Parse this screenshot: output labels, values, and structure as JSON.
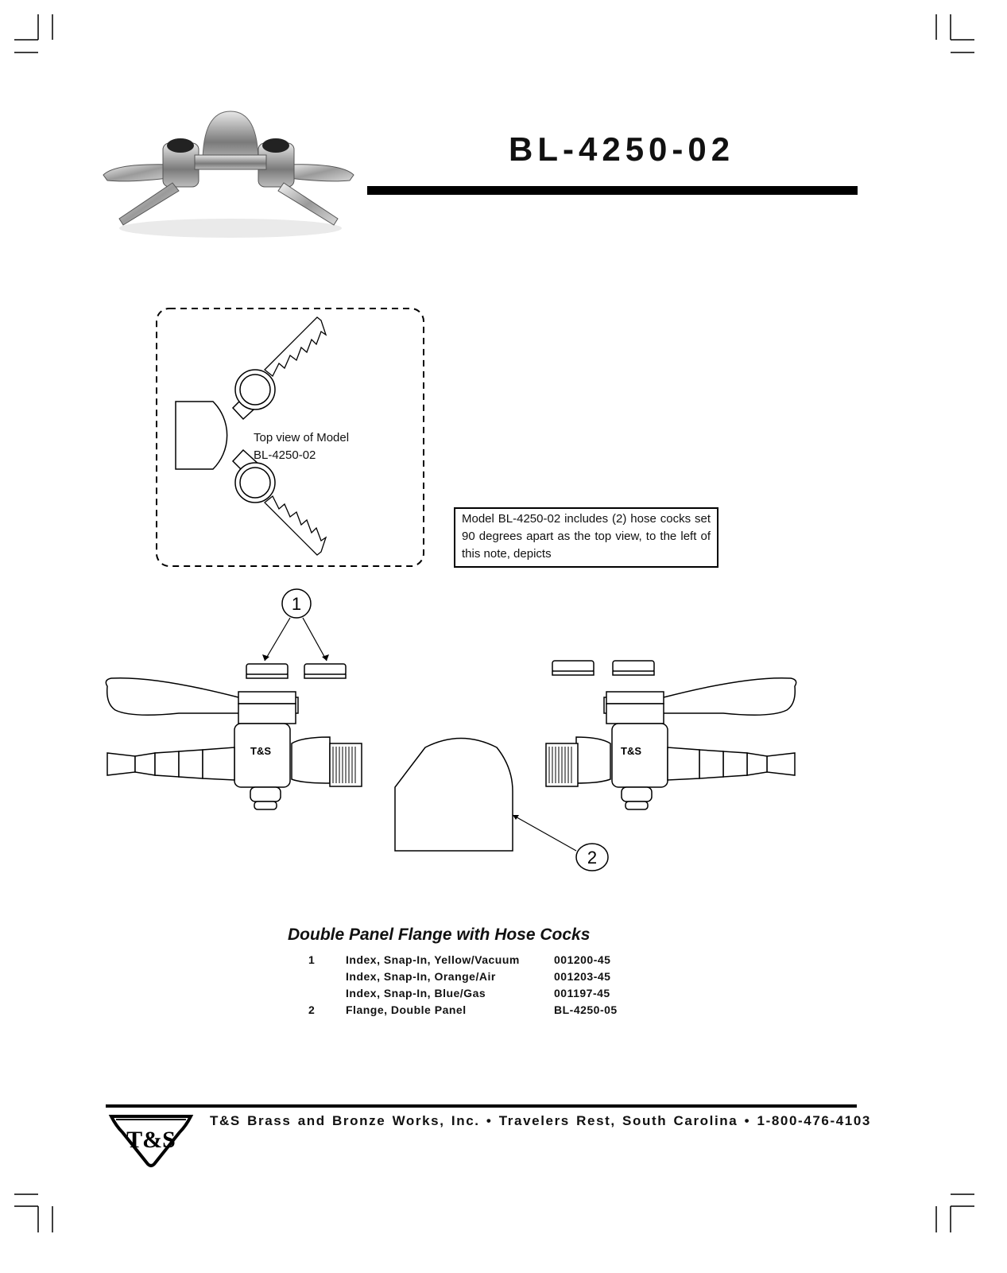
{
  "header": {
    "model_number": "BL-4250-02"
  },
  "top_view": {
    "label_line1": "Top view of Model",
    "label_line2": "BL-4250-02"
  },
  "note": {
    "text": "Model BL-4250-02 includes (2) hose cocks set 90 degrees apart  as the top view, to the left of this note, depicts"
  },
  "callouts": {
    "one": "1",
    "two": "2"
  },
  "valve_marking": "T&S",
  "parts": {
    "heading": "Double Panel Flange with Hose Cocks",
    "rows": [
      {
        "item": "1",
        "description": "Index, Snap-In, Yellow/Vacuum",
        "part_number": "001200-45"
      },
      {
        "item": "",
        "description": "Index, Snap-In, Orange/Air",
        "part_number": "001203-45"
      },
      {
        "item": "",
        "description": "Index, Snap-In, Blue/Gas",
        "part_number": "001197-45"
      },
      {
        "item": "2",
        "description": "Flange, Double Panel",
        "part_number": "BL-4250-05"
      }
    ]
  },
  "footer": {
    "logo_text": "T&S",
    "company_line": "T&S Brass and Bronze Works, Inc. • Travelers Rest, South Carolina • 1-800-476-4103"
  }
}
